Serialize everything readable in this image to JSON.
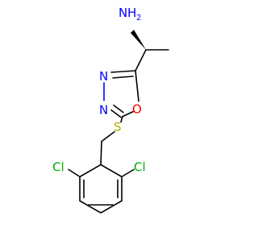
{
  "molecule": {
    "labels": {
      "amine_n": "N",
      "amine_h": "H",
      "amine_sub": "2",
      "ring_n_upper": "N",
      "ring_n_lower": "N",
      "ring_o": "O",
      "thioether_s": "S",
      "cl_left": "Cl",
      "cl_right": "Cl"
    },
    "stereo": "wedge"
  },
  "colors": {
    "carbon": "#000000",
    "nitrogen": "#0000FF",
    "oxygen": "#FF0000",
    "sulfur": "#B2B200",
    "chlorine": "#00B000"
  }
}
